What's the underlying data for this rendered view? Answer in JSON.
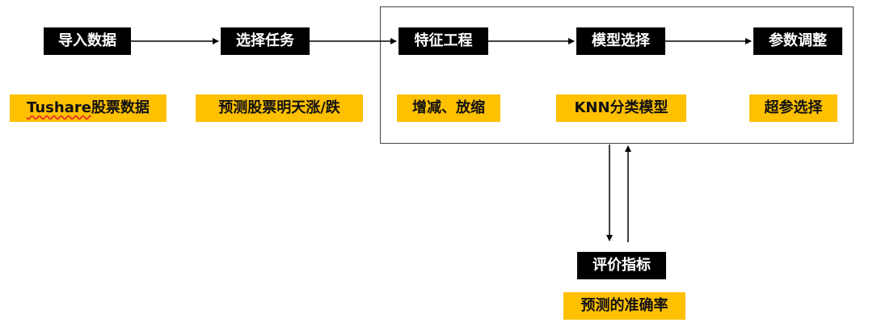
{
  "steps": {
    "import_data": "导入数据",
    "choose_task": "选择任务",
    "feature_engineering": "特征工程",
    "model_selection": "模型选择",
    "param_tuning": "参数调整",
    "eval_metric": "评价指标"
  },
  "notes": {
    "tushare_prefix": "Tushare",
    "tushare_suffix": "股票数据",
    "predict_task": "预测股票明天涨/跌",
    "feature_method": "增减、放缩",
    "knn_model": "KNN分类模型",
    "hyperparam": "超参选择",
    "accuracy": "预测的准确率"
  },
  "colors": {
    "step_bg": "#000000",
    "step_text": "#ffffff",
    "note_bg": "#ffc000",
    "frame_border": "#444444",
    "arrow": "#000000"
  }
}
